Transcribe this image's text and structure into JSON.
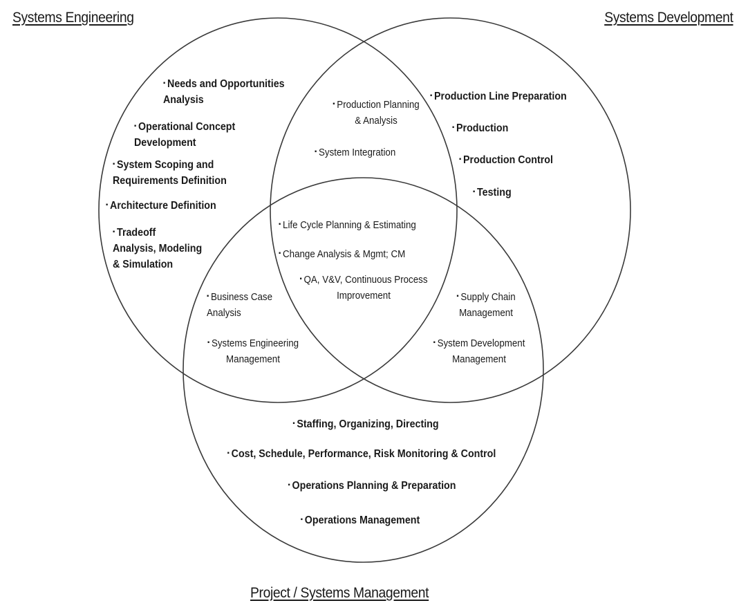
{
  "diagram": {
    "type": "venn",
    "sets": [
      {
        "id": "A",
        "title": "Systems Engineering"
      },
      {
        "id": "B",
        "title": "Systems Development"
      },
      {
        "id": "C",
        "title": "Project / Systems Management"
      }
    ],
    "regions": {
      "A_only": [
        {
          "lines": [
            "Needs and Opportunities",
            "Analysis"
          ]
        },
        {
          "lines": [
            "Operational Concept",
            "Development"
          ]
        },
        {
          "lines": [
            "System Scoping  and",
            "Requirements Definition"
          ]
        },
        {
          "lines": [
            "Architecture Definition"
          ]
        },
        {
          "lines": [
            "Tradeoff",
            "Analysis, Modeling",
            "& Simulation"
          ]
        }
      ],
      "A_and_B": [
        {
          "lines": [
            "Production Planning",
            "& Analysis"
          ]
        },
        {
          "lines": [
            "System Integration"
          ]
        }
      ],
      "B_only": [
        {
          "lines": [
            "Production Line Preparation"
          ]
        },
        {
          "lines": [
            "Production"
          ]
        },
        {
          "lines": [
            "Production  Control"
          ]
        },
        {
          "lines": [
            "Testing"
          ]
        }
      ],
      "A_and_B_and_C": [
        {
          "lines": [
            "Life Cycle Planning & Estimating"
          ]
        },
        {
          "lines": [
            "Change Analysis & Mgmt;  CM"
          ]
        },
        {
          "lines": [
            "QA, V&V,  Continuous Process",
            "Improvement"
          ]
        }
      ],
      "A_and_C": [
        {
          "lines": [
            "Business Case",
            "Analysis"
          ]
        },
        {
          "lines": [
            "Systems Engineering",
            "Management"
          ]
        }
      ],
      "B_and_C": [
        {
          "lines": [
            "Supply Chain",
            "Management"
          ]
        },
        {
          "lines": [
            "System Development",
            "Management"
          ]
        }
      ],
      "C_only": [
        {
          "lines": [
            "Staffing, Organizing, Directing"
          ]
        },
        {
          "lines": [
            "Cost, Schedule,  Performance, Risk Monitoring & Control"
          ]
        },
        {
          "lines": [
            "Operations Planning & Preparation"
          ]
        },
        {
          "lines": [
            "Operations Management"
          ]
        }
      ]
    },
    "bullet_glyph": "▪",
    "stroke_color": "#3a3a3a",
    "text_color": "#1a1a1a",
    "background": "#ffffff"
  }
}
